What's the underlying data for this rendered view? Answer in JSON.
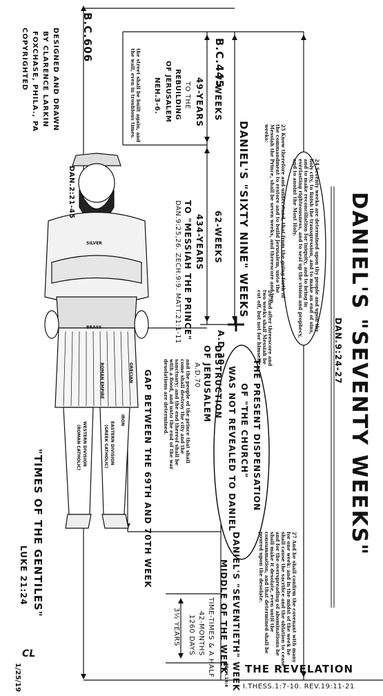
{
  "title": "DANIEL'S \"SEVENTY WEEKS\"",
  "title_ref": "DAN.9:24-27",
  "credits": {
    "designed": "DESIGNED AND DRAWN",
    "by": "BY CLARENCE LARKIN",
    "place": "FOXCHASE, PHILA., PA",
    "copyright": "COPYRIGHTED"
  },
  "dates": {
    "bc606": "B.C.606",
    "bc445": "B.C.445",
    "ad30": "A.D.30"
  },
  "seven_weeks": {
    "label": "7-WEEKS",
    "years": "49-YEARS",
    "line1": "TO THE",
    "line2": "REBUILDING",
    "line3": "OF JERUSALEM",
    "ref": "NEH.3-6.",
    "note": "the street shall be built again, and the wall, even in troublous times."
  },
  "sixty_two": {
    "label": "62-WEEKS",
    "years": "434-YEARS",
    "to": "TO \"MESSIAH THE PRINCE\"",
    "refs": "DAN.9:25,26. ZECH.9:9. MATT.21:1-11"
  },
  "sixty_nine": "DANIEL'S \"SIXTY NINE\" WEEKS",
  "verse25": "25 Know therefore and understand, that from the going forth of the commandment to restore and to build Jerusalem, unto the Messiah the Prince, shall be seven weeks, and threescore and two weeks:",
  "verse24": "24 Seventy weeks are determined upon thy people and upon thy holy city, to finish the transgression, and to make an end of sins, and to make reconciliation for iniquity, and to bring in everlasting righteousness, and to seal up the vision and prophecy, and to anoint the Most Holy.",
  "verse26a": "26 And after threescore and two weeks shall Messiah be cut off, but not for himself:",
  "verse26b": "and the people of the prince that shall come shall destroy the city and the sanctuary; and the end thereof shall be with a flood, and unto the end of the war desolations are determined.",
  "verse27": "27 And he shall confirm the covenant with many for one week: and in the midst of the week he shall cause the sacrifice and the oblation to cease, and for the overspreading of abominations he shall make it desolate, even until the consummation, and that determined shall be poured upon the desolate.",
  "destruction": {
    "line1": "DESTRUCTION",
    "line2": "OF JERUSALEM",
    "date": "A.D.70"
  },
  "dispensation": {
    "line1": "THE PRESENT DISPENSATION",
    "line2": "OF \"THE CHURCH\"",
    "line3": "WAS NOT REVEALED TO DANIEL"
  },
  "gap": "GAP BETWEEN THE 69TH AND 70TH WEEK",
  "seventieth": "DANIEL'S \"SEVENTIETH\" WEEK",
  "middle": {
    "label": "MIDDLE OF THE WEEK",
    "time": "TIME-TIMES & A HALF",
    "months": "42-MONTHS",
    "days": "1260 DAYS",
    "half": "3½ YEARS"
  },
  "revelation": {
    "label": "THE REVELATION",
    "refs": "I.THESS.1:7-10. REV.19:11-21",
    "zech": "ZECH.14:4"
  },
  "gentiles": {
    "label": "\"TIMES OF THE GENTILES\"",
    "ref": "LUKE 21:24",
    "dan": "DAN.2:21-45"
  },
  "image_labels": {
    "silver": "SILVER",
    "brass": "BRASS",
    "iron": "IRON",
    "western": "WESTERN DIVISION",
    "western_sub": "(ROMAN CATHOLIC)",
    "eastern": "EASTERN DIVISION",
    "eastern_sub": "(GREEK CATHOLIC)",
    "roman": "ROMAN EMPIRE",
    "grecian": "GRECIAN"
  },
  "date_sig": "1/25/19",
  "sig": "CL"
}
